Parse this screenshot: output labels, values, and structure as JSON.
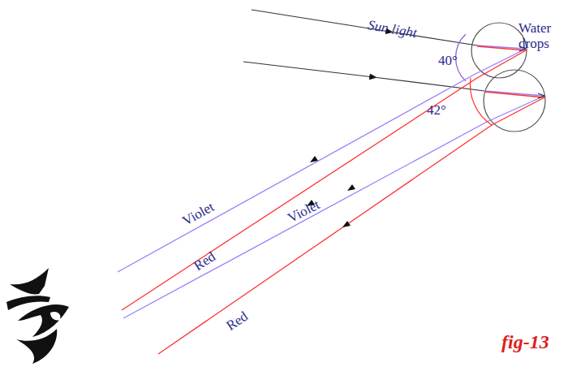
{
  "diagram": {
    "caption": "fig-13",
    "labels": [
      "Sun light",
      "40°",
      "Water drops",
      "42°",
      "Violet",
      "Red",
      "Violet",
      "Red"
    ]
  }
}
